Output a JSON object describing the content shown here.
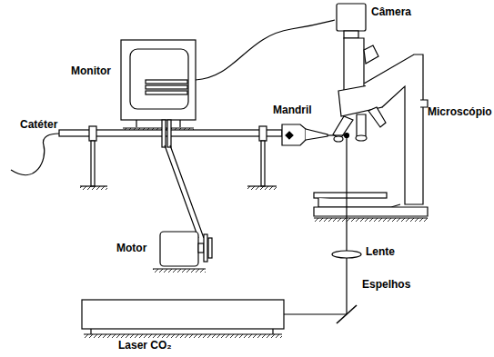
{
  "diagram": {
    "labels": [
      "Monitor",
      "Câmera",
      "Mandril",
      "Microscópio",
      "Catéter",
      "Motor",
      "Lente",
      "Espelhos",
      "Laser CO₂"
    ]
  }
}
